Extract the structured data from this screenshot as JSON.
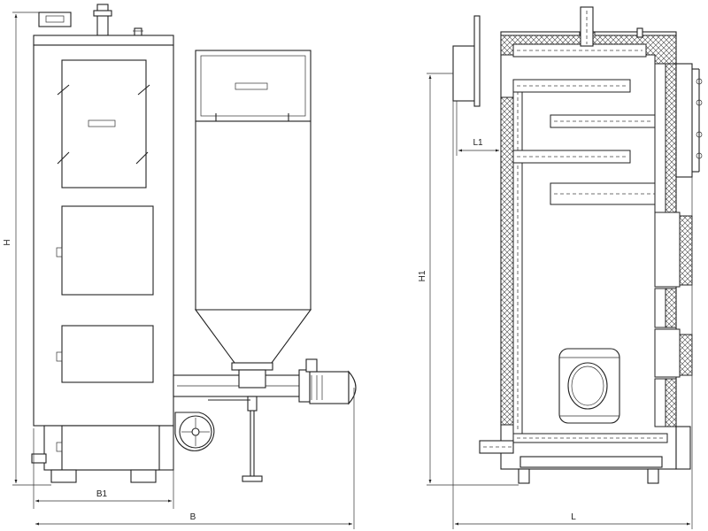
{
  "labels": {
    "height": "H",
    "width_b1": "B1",
    "width_b": "B",
    "height_h1": "H1",
    "length_l1": "L1",
    "length_l": "L"
  }
}
